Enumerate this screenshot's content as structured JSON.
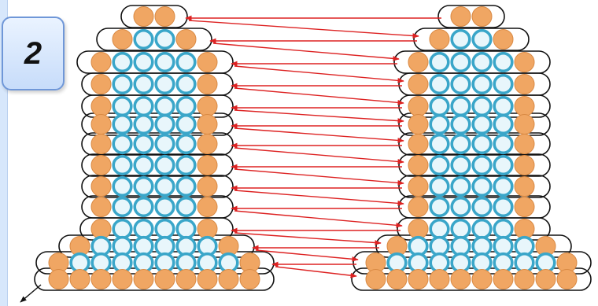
{
  "step_number": "2",
  "colors": {
    "edge_bead": "#f0a663",
    "edge_bead_stroke": "#d98a44",
    "center_bead": "#e8f6fb",
    "center_bead_stroke": "#3aa6c9",
    "thread": "#111111",
    "arrow": "#dd2222",
    "panel_rule": "#d7e7fb"
  },
  "icons": [
    "beaded-panel-left",
    "beaded-panel-right",
    "thread-loop",
    "connection-arrow"
  ],
  "panels": [
    {
      "name": "left-panel",
      "rows": [
        2,
        4,
        6,
        6,
        6,
        6,
        6,
        6,
        6,
        6,
        6,
        8,
        10,
        10
      ]
    },
    {
      "name": "right-panel",
      "rows": [
        2,
        4,
        6,
        6,
        6,
        6,
        6,
        6,
        6,
        6,
        6,
        8,
        10,
        10
      ]
    }
  ]
}
